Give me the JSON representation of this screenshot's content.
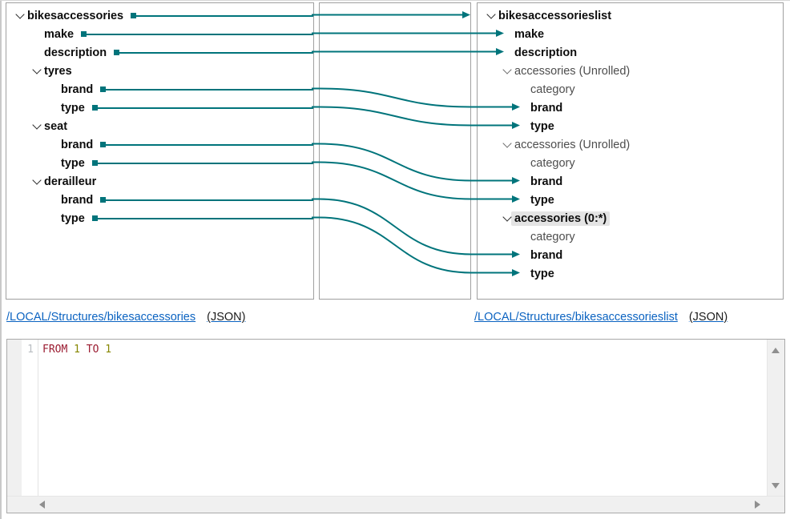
{
  "left_panel": {
    "items": [
      {
        "label": "bikesaccessories",
        "depth": 0,
        "expanded": true,
        "bold": true,
        "mapped": true
      },
      {
        "label": "make",
        "depth": 1,
        "bold": true,
        "mapped": true
      },
      {
        "label": "description",
        "depth": 1,
        "bold": true,
        "mapped": true
      },
      {
        "label": "tyres",
        "depth": 1,
        "expanded": true,
        "bold": true,
        "mapped": false
      },
      {
        "label": "brand",
        "depth": 2,
        "bold": true,
        "mapped": true
      },
      {
        "label": "type",
        "depth": 2,
        "bold": true,
        "mapped": true
      },
      {
        "label": "seat",
        "depth": 1,
        "expanded": true,
        "bold": true,
        "mapped": false
      },
      {
        "label": "brand",
        "depth": 2,
        "bold": true,
        "mapped": true
      },
      {
        "label": "type",
        "depth": 2,
        "bold": true,
        "mapped": true
      },
      {
        "label": "derailleur",
        "depth": 1,
        "expanded": true,
        "bold": true,
        "mapped": false
      },
      {
        "label": "brand",
        "depth": 2,
        "bold": true,
        "mapped": true
      },
      {
        "label": "type",
        "depth": 2,
        "bold": true,
        "mapped": true
      }
    ]
  },
  "right_panel": {
    "items": [
      {
        "label": "bikesaccessorieslist",
        "depth": 0,
        "expanded": true,
        "bold": true,
        "arrow": false
      },
      {
        "label": "make",
        "depth": 1,
        "bold": true,
        "arrow": true
      },
      {
        "label": "description",
        "depth": 1,
        "bold": true,
        "arrow": true
      },
      {
        "label": "accessories (Unrolled)",
        "depth": 1,
        "expanded": true,
        "muted": true,
        "arrow": false
      },
      {
        "label": "category",
        "depth": 2,
        "muted": true,
        "arrow": false
      },
      {
        "label": "brand",
        "depth": 2,
        "bold": true,
        "arrow": true
      },
      {
        "label": "type",
        "depth": 2,
        "bold": true,
        "arrow": true
      },
      {
        "label": "accessories (Unrolled)",
        "depth": 1,
        "expanded": true,
        "muted": true,
        "arrow": false
      },
      {
        "label": "category",
        "depth": 2,
        "muted": true,
        "arrow": false
      },
      {
        "label": "brand",
        "depth": 2,
        "bold": true,
        "arrow": true
      },
      {
        "label": "type",
        "depth": 2,
        "bold": true,
        "arrow": true
      },
      {
        "label": "accessories (0:*)",
        "depth": 1,
        "expanded": true,
        "bold": true,
        "selected": true,
        "arrow": false
      },
      {
        "label": "category",
        "depth": 2,
        "muted": true,
        "arrow": false
      },
      {
        "label": "brand",
        "depth": 2,
        "bold": true,
        "arrow": true
      },
      {
        "label": "type",
        "depth": 2,
        "bold": true,
        "arrow": true
      }
    ]
  },
  "mappings": [
    {
      "from": 0,
      "to": 0
    },
    {
      "from": 1,
      "to": 1
    },
    {
      "from": 2,
      "to": 2
    },
    {
      "from": 4,
      "to": 5
    },
    {
      "from": 5,
      "to": 6
    },
    {
      "from": 7,
      "to": 9
    },
    {
      "from": 8,
      "to": 10
    },
    {
      "from": 10,
      "to": 13
    },
    {
      "from": 11,
      "to": 14
    }
  ],
  "links": {
    "source": {
      "path": "/LOCAL/Structures/bikesaccessories",
      "format": "(JSON)"
    },
    "target": {
      "path": "/LOCAL/Structures/bikesaccessorieslist",
      "format": "(JSON)"
    }
  },
  "editor": {
    "line_number": "1",
    "tokens": [
      {
        "text": "FROM",
        "type": "keyword"
      },
      {
        "text": "1",
        "type": "number"
      },
      {
        "text": "TO",
        "type": "keyword"
      },
      {
        "text": "1",
        "type": "number"
      }
    ]
  },
  "colors": {
    "wire": "#00747b",
    "link": "#0b63c1",
    "keyword": "#9b1c31",
    "number": "#878700",
    "selected_bg": "#e4e4e4"
  }
}
